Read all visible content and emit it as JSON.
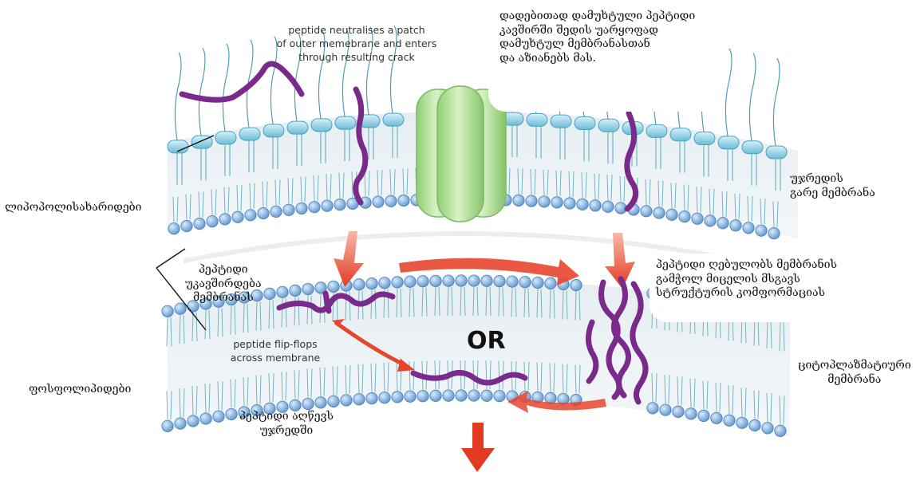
{
  "labels": {
    "lipopolysaccharides": "ლიპოპოლისახარიდები",
    "outer_membrane": "უჯრედის\nგარე მემბრანა",
    "peptide_binds": "პეპტიდი\nუკავშირდება\nმემბრანას",
    "phospholipids": "ფოსფოლიპიდები",
    "peptide_enters_cell": "პეპტიდი აღწევს\nუჯრედში",
    "charged_peptide": "დადებითად დამუხტული პეპტიდი\nკავშირში შედის უარყოფად\nდამუხტულ მემბრანასთან\nდა აზიანებს მას.",
    "micelle_conformation": "პეპტიდი ღებულობს მემბრანის\nგამჭოლ მიცელის მსგავს\nსტრუქტურის კომფორმაციას",
    "cytoplasmic_membrane": "ციტოპლაზმატიური\nმემბრანა",
    "peptide_neutralises": "peptide neutralises a patch\nof outer memebrane and enters\nthrough resulting crack",
    "peptide_flipflops": "peptide flip-flops\nacross membrane",
    "or": "OR"
  },
  "colors": {
    "lps_head": "#9fd8ea",
    "lipid_head": "#7fb3e6",
    "tail": "#6fb5c4",
    "peptide": "#7a2a8a",
    "arrow": "#e8452e",
    "porin": "#a9dc8c"
  }
}
